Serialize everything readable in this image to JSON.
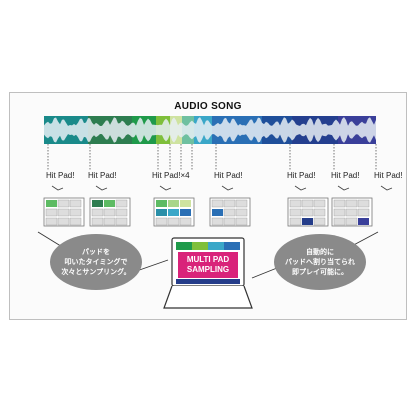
{
  "title": "AUDIO SONG",
  "hit_label": "Hit Pad!",
  "hit_label_x4": "Hit Pad!×4",
  "left_bubble": [
    "パッドを",
    "叩いたタイミングで",
    "次々とサンプリング。"
  ],
  "right_bubble": [
    "自動的に",
    "パッドへ割り当てられ",
    "即プレイ可能に。"
  ],
  "device_label": [
    "MULTI PAD",
    "SAMPLING"
  ],
  "colors": {
    "segments": [
      "#1a8a8a",
      "#2e7d50",
      "#7fbf3a",
      "#cfe3a0",
      "#3aa7c8",
      "#2a6fb5",
      "#1f4f9a",
      "#243f8f",
      "#3a3f9a"
    ],
    "pad_green": "#5dbb63",
    "pad_teal": "#2a8fa8",
    "pad_navy": "#253d8a",
    "pad_blue": "#3a78c8",
    "device_pink": "#d9237a"
  }
}
